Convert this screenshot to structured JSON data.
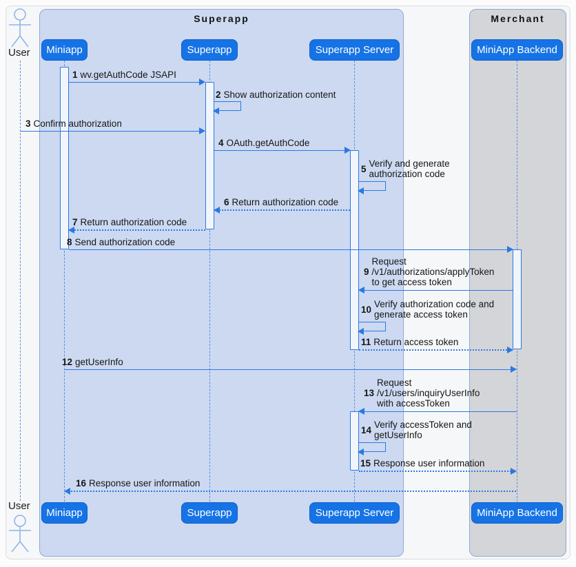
{
  "diagram": {
    "type": "sequence",
    "frames": [
      {
        "id": "superapp",
        "title": "Superapp"
      },
      {
        "id": "merchant",
        "title": "Merchant"
      }
    ],
    "actors": [
      {
        "id": "user",
        "label": "User",
        "kind": "actor"
      },
      {
        "id": "miniapp",
        "label": "Miniapp",
        "kind": "participant",
        "frame": "superapp"
      },
      {
        "id": "superapp",
        "label": "Superapp",
        "kind": "participant",
        "frame": "superapp"
      },
      {
        "id": "superapp_server",
        "label": "Superapp Server",
        "kind": "participant",
        "frame": "superapp"
      },
      {
        "id": "miniapp_backend",
        "label": "MiniApp Backend",
        "kind": "participant",
        "frame": "merchant"
      }
    ],
    "messages": [
      {
        "num": "1",
        "text": "wv.getAuthCode JSAPI",
        "from": "miniapp",
        "to": "superapp",
        "style": "solid"
      },
      {
        "num": "2",
        "text": "Show authorization content",
        "from": "superapp",
        "to": "superapp",
        "style": "self"
      },
      {
        "num": "3",
        "text": "Confirm authorization",
        "from": "user",
        "to": "superapp",
        "style": "solid"
      },
      {
        "num": "4",
        "text": "OAuth.getAuthCode",
        "from": "superapp",
        "to": "superapp_server",
        "style": "solid"
      },
      {
        "num": "5",
        "text": "Verify and generate\nauthorization code",
        "from": "superapp_server",
        "to": "superapp_server",
        "style": "self"
      },
      {
        "num": "6",
        "text": "Return authorization code",
        "from": "superapp_server",
        "to": "superapp",
        "style": "return"
      },
      {
        "num": "7",
        "text": "Return authorization code",
        "from": "superapp",
        "to": "miniapp",
        "style": "return"
      },
      {
        "num": "8",
        "text": "Send authorization code",
        "from": "miniapp",
        "to": "miniapp_backend",
        "style": "solid"
      },
      {
        "num": "9",
        "text": "Request\n/v1/authorizations/applyToken\nto get access token",
        "from": "miniapp_backend",
        "to": "superapp_server",
        "style": "solid"
      },
      {
        "num": "10",
        "text": "Verify authorization code and\ngenerate access token",
        "from": "superapp_server",
        "to": "superapp_server",
        "style": "self"
      },
      {
        "num": "11",
        "text": "Return access token",
        "from": "superapp_server",
        "to": "miniapp_backend",
        "style": "return"
      },
      {
        "num": "12",
        "text": "getUserInfo",
        "from": "miniapp",
        "to": "miniapp_backend",
        "style": "solid"
      },
      {
        "num": "13",
        "text": "Request\n/v1/users/inquiryUserInfo\nwith accessToken",
        "from": "miniapp_backend",
        "to": "superapp_server",
        "style": "solid"
      },
      {
        "num": "14",
        "text": "Verify accessToken and\ngetUserInfo",
        "from": "superapp_server",
        "to": "superapp_server",
        "style": "self"
      },
      {
        "num": "15",
        "text": "Response user information",
        "from": "superapp_server",
        "to": "miniapp_backend",
        "style": "return"
      },
      {
        "num": "16",
        "text": "Response user information",
        "from": "miniapp_backend",
        "to": "miniapp",
        "style": "return"
      }
    ],
    "colors": {
      "participant_fill": "#1673e6",
      "participant_border": "#0d5ec7",
      "message_line": "#2a78e2",
      "superapp_frame_fill": "#ccd9f1",
      "merchant_frame_fill": "#d4d5d8",
      "lifeline": "#5d8ed9",
      "activation_fill": "#f2f5fb",
      "text": "#161616"
    }
  }
}
